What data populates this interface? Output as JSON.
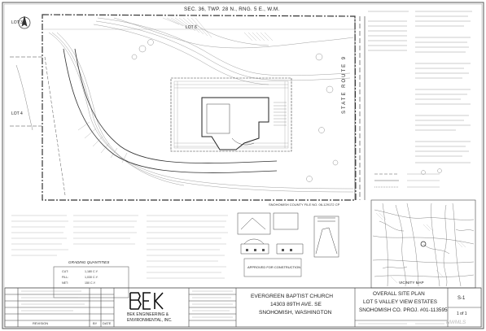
{
  "header": {
    "section_line": "SEC. 36, TWP. 28 N., RNG. 5 E., W.M."
  },
  "lots": {
    "lot3": "LOT 3",
    "lot4": "LOT 4",
    "lot6": "LOT 6"
  },
  "road": {
    "label": "STATE ROUTE 9"
  },
  "county_file": "SNOHOMISH COUNTY FILE NO. 06-129172 CP",
  "grading": {
    "title": "GRADING QUANTITIES",
    "rows": [
      {
        "label": "CUT:",
        "value": "1,180 C.Y."
      },
      {
        "label": "FILL:",
        "value": "1,030 C.Y."
      },
      {
        "label": "NET:",
        "value": "150 C.Y."
      }
    ]
  },
  "vicinity_map": {
    "title": "VICINITY MAP"
  },
  "approval": {
    "approved_label": "APPROVED FOR CONSTRUCTION"
  },
  "revisions": {
    "revision_col": "REVISION",
    "by_col": "BY",
    "date_col": "DATE"
  },
  "firm": {
    "logo_text": "BEK",
    "name_line1": "BEK ENGINEERING &",
    "name_line2": "ENVIRONMENTAL, INC."
  },
  "project": {
    "name": "EVERGREEN BAPTIST CHURCH",
    "address": "14303 89TH AVE. SE",
    "city": "SNOHOMISH, WASHINGTON"
  },
  "sheet_title": {
    "line1": "OVERALL SITE PLAN",
    "line2": "LOT 5 VALLEY VIEW ESTATES",
    "line3": "SNOHOMISH CO. PROJ. #01-113595"
  },
  "sheet_number": {
    "sheet": "S-1",
    "of": "1 of 1"
  },
  "watermark": "NWMLS",
  "colors": {
    "ink": "#2a2a2a",
    "paper": "#ffffff",
    "light": "#9a9a9a"
  }
}
